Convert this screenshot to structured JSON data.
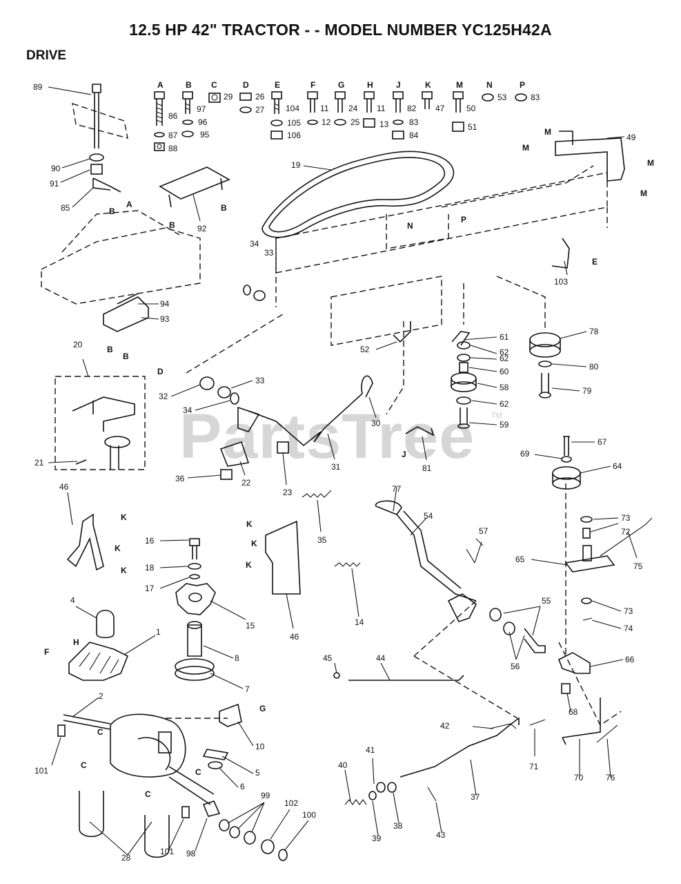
{
  "header": {
    "title": "12.5 HP 42\" TRACTOR - - MODEL NUMBER YC125H42A",
    "section": "DRIVE"
  },
  "watermark": {
    "text": "PartsTree",
    "tm": "TM"
  },
  "hardware_letters": [
    "A",
    "B",
    "C",
    "D",
    "E",
    "F",
    "G",
    "H",
    "J",
    "K",
    "M",
    "N",
    "P"
  ],
  "hardware_numbers": [
    "86",
    "87",
    "88",
    "97",
    "96",
    "95",
    "29",
    "26",
    "27",
    "104",
    "105",
    "106",
    "11",
    "12",
    "24",
    "25",
    "11",
    "13",
    "82",
    "83",
    "84",
    "47",
    "50",
    "51",
    "53",
    "83"
  ],
  "callouts": [
    "89",
    "90",
    "91",
    "85",
    "92",
    "19",
    "49",
    "34",
    "33",
    "103",
    "94",
    "93",
    "20",
    "52",
    "61",
    "62",
    "62",
    "60",
    "58",
    "62",
    "59",
    "78",
    "80",
    "79",
    "32",
    "33",
    "34",
    "30",
    "31",
    "81",
    "36",
    "22",
    "23",
    "21",
    "67",
    "69",
    "64",
    "46",
    "35",
    "77",
    "54",
    "57",
    "73",
    "72",
    "75",
    "65",
    "16",
    "18",
    "17",
    "15",
    "46",
    "14",
    "55",
    "73",
    "74",
    "4",
    "1",
    "8",
    "7",
    "56",
    "66",
    "45",
    "44",
    "68",
    "2",
    "10",
    "42",
    "71",
    "70",
    "76",
    "41",
    "40",
    "39",
    "38",
    "37",
    "43",
    "101",
    "5",
    "6",
    "99",
    "102",
    "100",
    "28",
    "101",
    "98"
  ],
  "connector_letters": [
    "A",
    "B",
    "B",
    "B",
    "B",
    "B",
    "D",
    "E",
    "M",
    "M",
    "M",
    "M",
    "N",
    "P",
    "J",
    "K",
    "K",
    "K",
    "K",
    "K",
    "K",
    "H",
    "F",
    "G",
    "C",
    "C",
    "C",
    "C"
  ]
}
